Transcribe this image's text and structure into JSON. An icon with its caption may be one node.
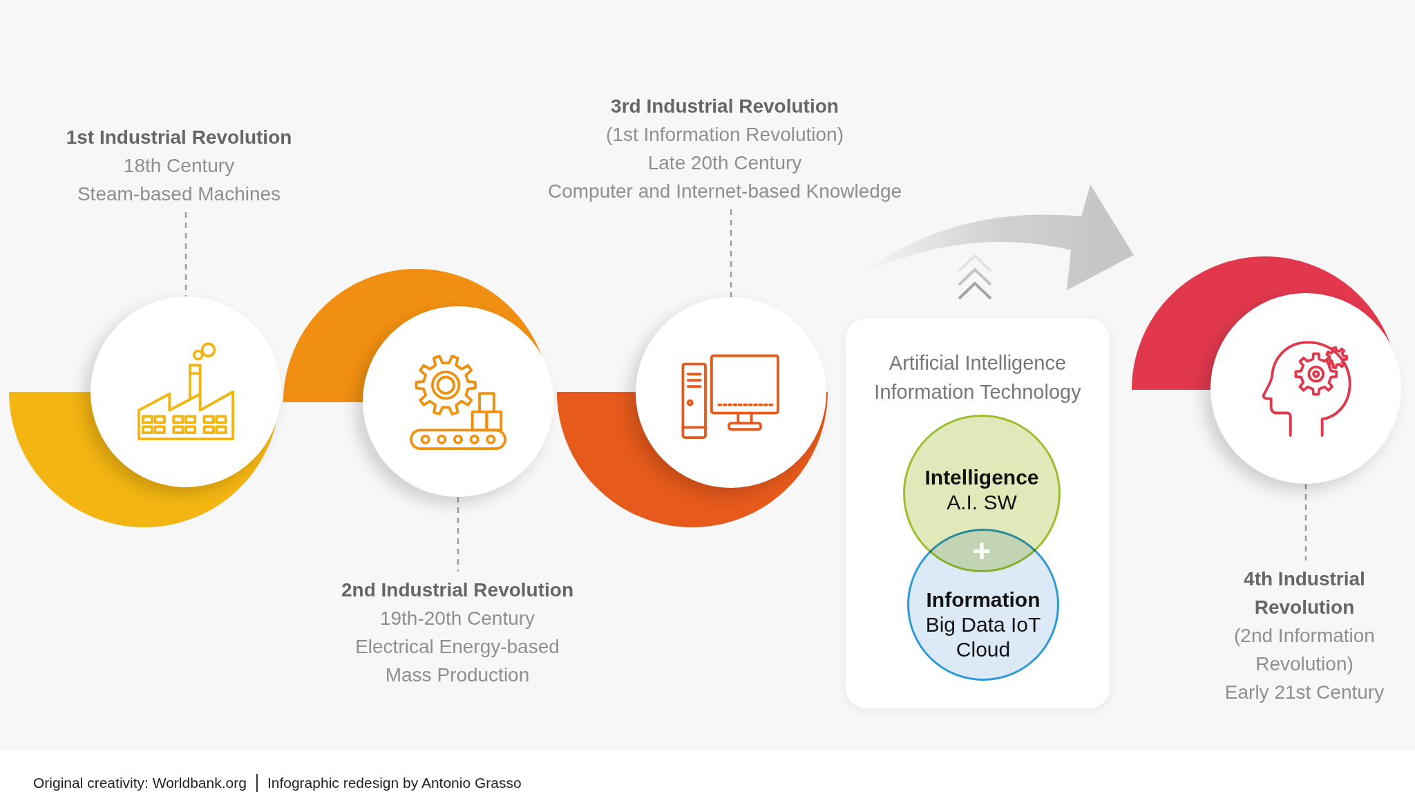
{
  "diagram": {
    "nodes": [
      {
        "text": [
          "1st Industrial Revolution",
          "18th Century",
          "Steam-based Machines"
        ]
      },
      {
        "text": [],
        "shape": "circle"
      },
      {
        "text": [],
        "shape": "circle"
      },
      {
        "text": [
          "2nd Industrial Revolution",
          "19th-20th Century",
          "Electrical Energy-based Mass Production"
        ]
      },
      {
        "text": [
          "3rd Industrial Revolution",
          "(1st Information Revolution)",
          "Late 20th Century",
          "Computer and Internet-based Knowledge"
        ]
      },
      {
        "text": [],
        "shape": "circle"
      },
      {
        "text": [
          "Artificial Intelligence",
          "Information Technology"
        ]
      },
      {
        "text": [
          "Intelligence",
          "A.I. SW"
        ],
        "in": 6
      },
      {
        "text": [
          "Information",
          "Big Data IoT Cloud"
        ],
        "in": 6
      },
      {
        "text": [],
        "shape": "circle"
      },
      {
        "text": [
          "4th Industrial Revolution",
          "(2nd Information Revolution)",
          "Early 21st Century"
        ]
      }
    ],
    "edges": [
      {
        "from": 0,
        "to": 1,
        "arrow": "none",
        "style": "dashed"
      },
      {
        "from": 2,
        "to": 3,
        "arrow": "none",
        "style": "dashed"
      },
      {
        "from": 4,
        "to": 5,
        "arrow": "none",
        "style": "dashed"
      },
      {
        "from": 9,
        "to": 10,
        "arrow": "none",
        "style": "dashed"
      }
    ],
    "labels": [
      "+",
      "Original creativity: Worldbank.org",
      "Infographic redesign by Antonio Grasso"
    ]
  }
}
